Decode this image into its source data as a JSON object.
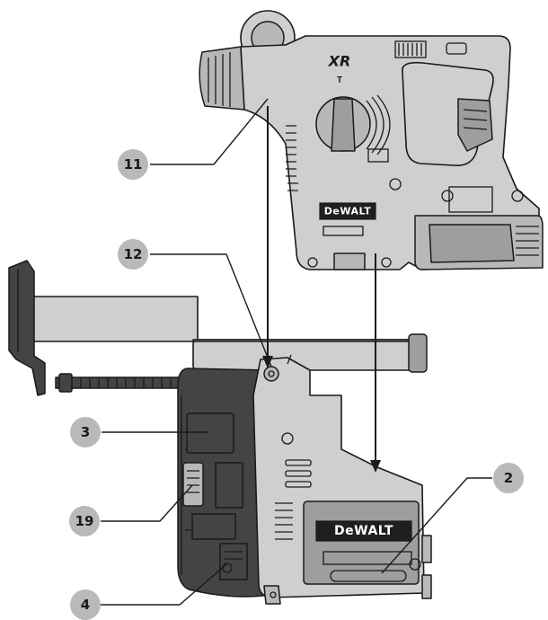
{
  "brand": {
    "tool_logo": "DeWALT",
    "tool_series": "XR",
    "extractor_logo": "DeWALT"
  },
  "callouts": [
    {
      "id": "11",
      "label": "11"
    },
    {
      "id": "12",
      "label": "12"
    },
    {
      "id": "3",
      "label": "3"
    },
    {
      "id": "19",
      "label": "19"
    },
    {
      "id": "4",
      "label": "4"
    },
    {
      "id": "2",
      "label": "2"
    }
  ],
  "colors": {
    "callout_fill": "#b9b9b9",
    "line": "#1a1a1a",
    "body": "#cfcfcf"
  }
}
